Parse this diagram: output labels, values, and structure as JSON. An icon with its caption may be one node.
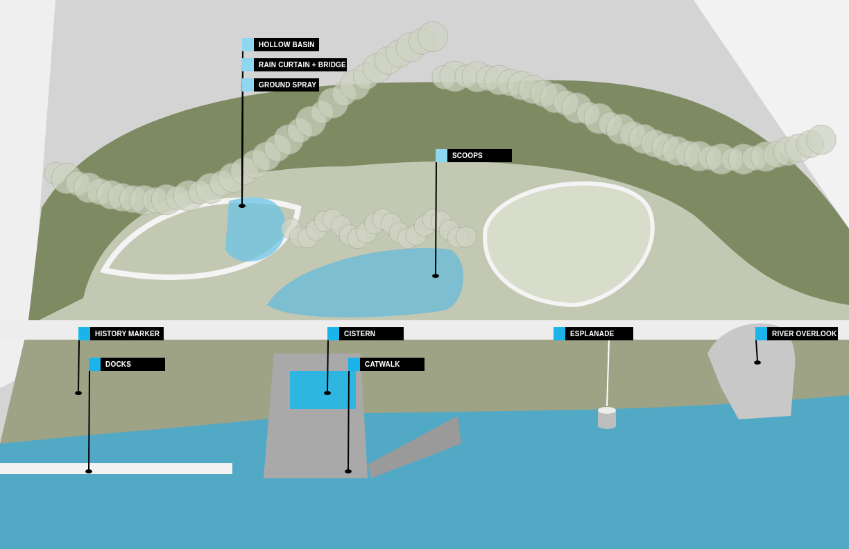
{
  "diagram": {
    "nodes": [
      {
        "text": [
          "HOLLOW BASIN"
        ]
      },
      {
        "text": [
          "RAIN CURTAIN + BRIDGE"
        ]
      },
      {
        "text": [
          "GROUND SPRAY"
        ]
      },
      {
        "text": [
          "SCOOPS"
        ]
      },
      {
        "text": [
          "HISTORY MARKER"
        ]
      },
      {
        "text": [
          "DOCKS"
        ]
      },
      {
        "text": [
          "CISTERN"
        ]
      },
      {
        "text": [
          "CATWALK"
        ]
      },
      {
        "text": [
          "ESPLANADE"
        ]
      },
      {
        "text": [
          "RIVER OVERLOOK"
        ]
      },
      {
        "text": [],
        "shape": "circle"
      },
      {
        "text": [],
        "shape": "circle"
      },
      {
        "text": [],
        "shape": "circle"
      },
      {
        "text": [],
        "shape": "circle"
      },
      {
        "text": [],
        "shape": "circle"
      },
      {
        "text": [],
        "shape": "circle"
      },
      {
        "text": [],
        "shape": "cylinder"
      },
      {
        "text": [],
        "shape": "circle"
      }
    ],
    "edges": [
      {
        "from": 0,
        "to": 10,
        "arrow": "none"
      },
      {
        "from": 1,
        "to": 10,
        "arrow": "none"
      },
      {
        "from": 2,
        "to": 10,
        "arrow": "none"
      },
      {
        "from": 3,
        "to": 11,
        "arrow": "none"
      },
      {
        "from": 4,
        "to": 12,
        "arrow": "none"
      },
      {
        "from": 5,
        "to": 13,
        "arrow": "none"
      },
      {
        "from": 6,
        "to": 14,
        "arrow": "none"
      },
      {
        "from": 7,
        "to": 15,
        "arrow": "none"
      },
      {
        "from": 8,
        "to": 16,
        "arrow": "none",
        "color": "#ffffff"
      },
      {
        "from": 9,
        "to": 17,
        "arrow": "none"
      }
    ]
  }
}
